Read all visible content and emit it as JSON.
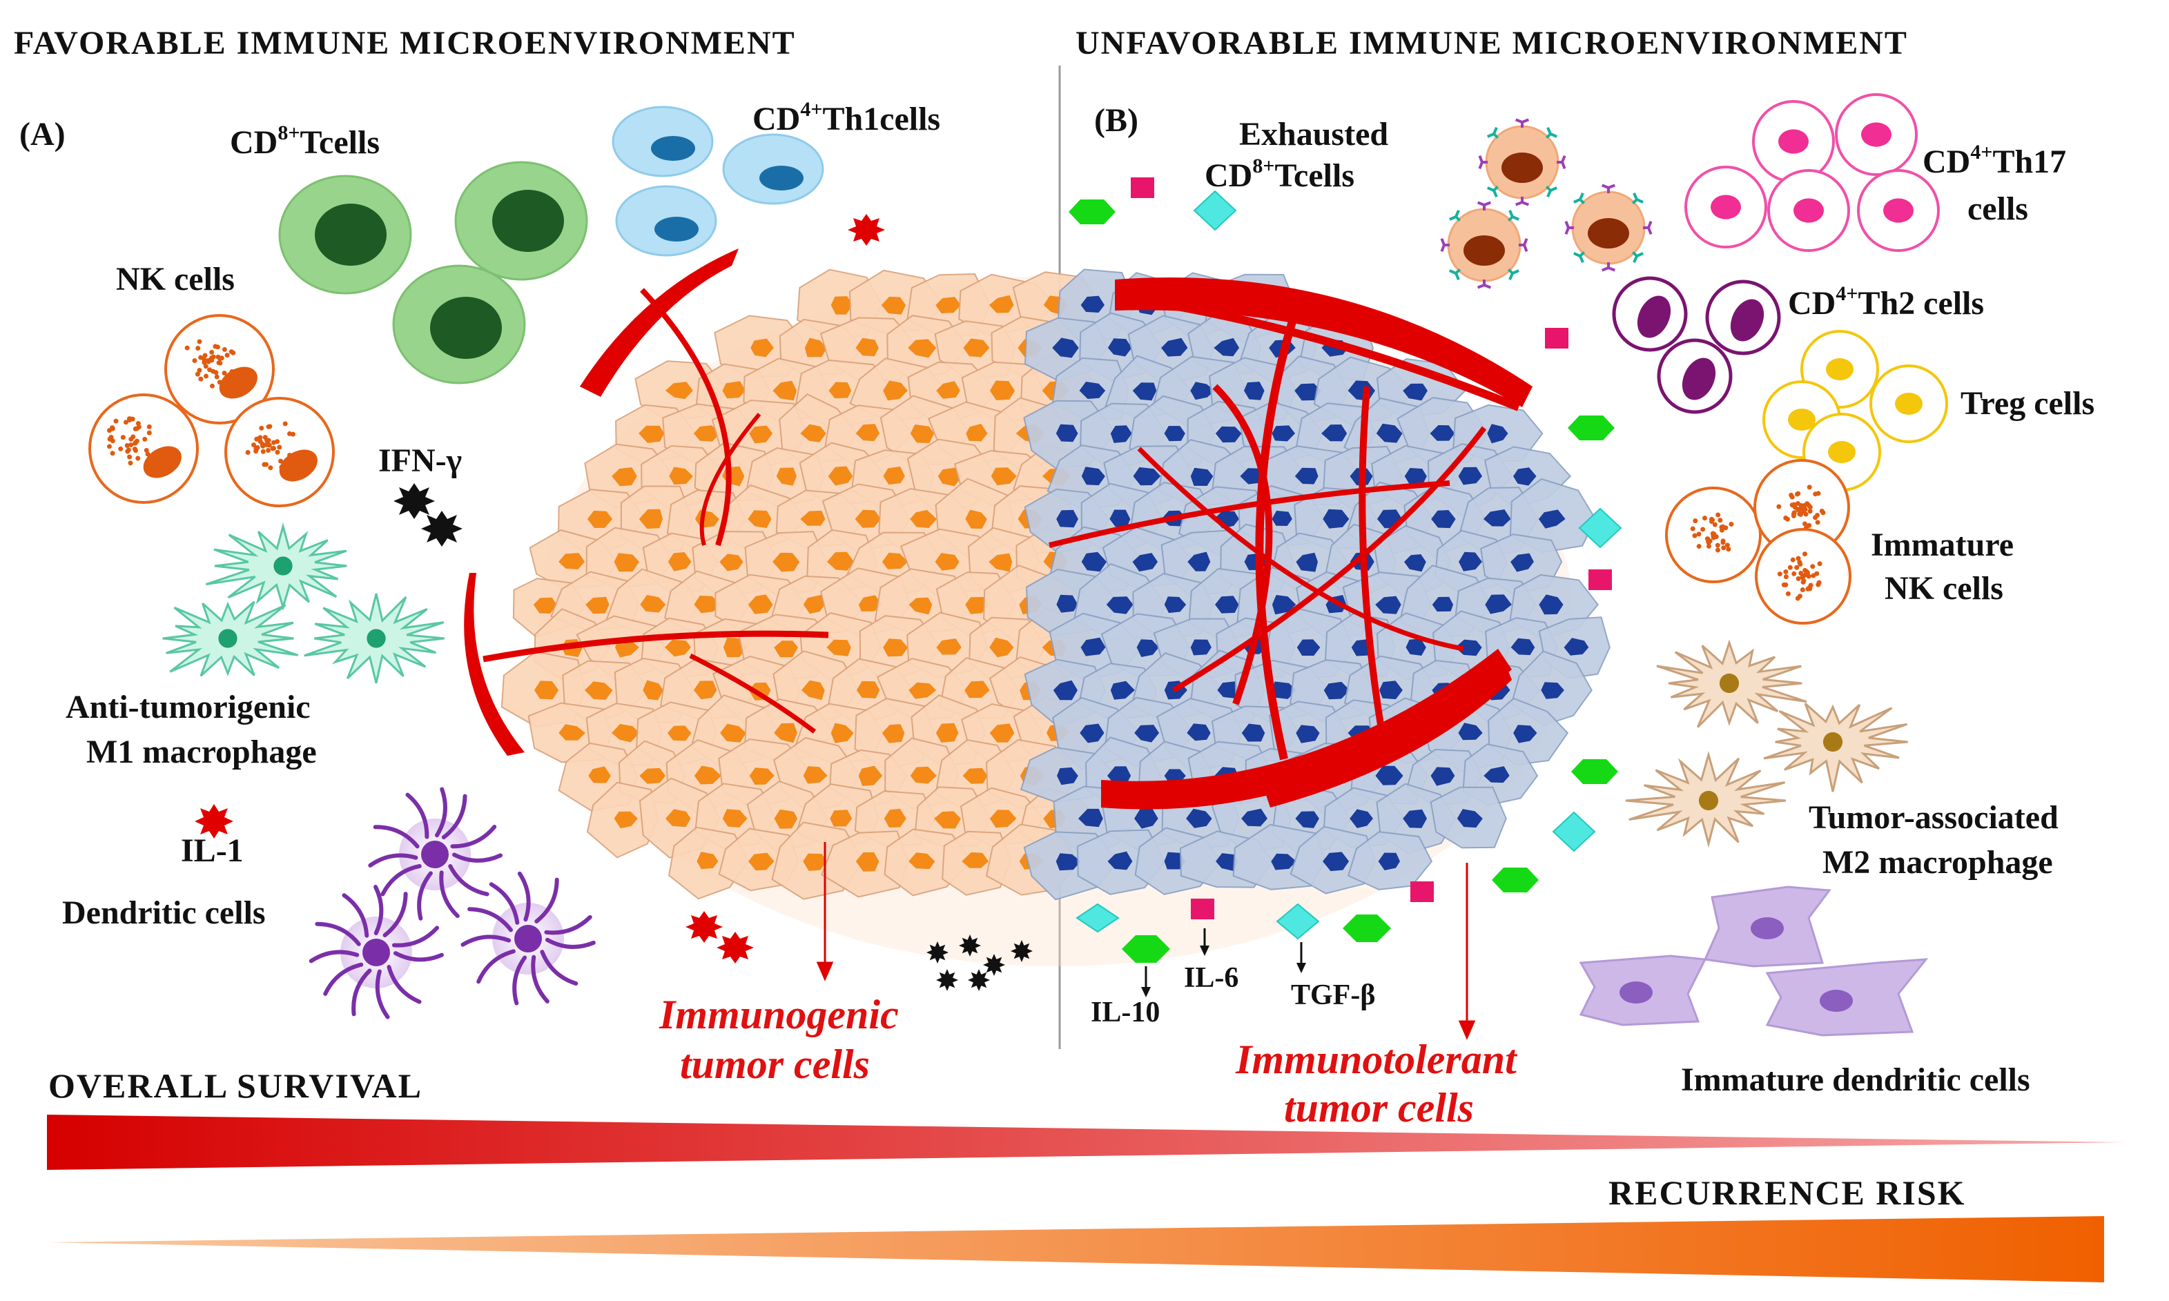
{
  "headers": {
    "favorable": "FAVORABLE IMMUNE MICROENVIRONMENT",
    "unfavorable": "UNFAVORABLE IMMUNE MICROENVIRONMENT"
  },
  "panel_labels": {
    "a": "(A)",
    "b": "(B)"
  },
  "favorable_cells": {
    "cd8_prefix": "CD",
    "cd8_sup": "8+",
    "cd8_suffix": "Tcells",
    "cd4th1_prefix": "CD",
    "cd4th1_sup": "4+",
    "cd4th1_suffix": "Th1cells",
    "nk": "NK cells",
    "ifn": "IFN-γ",
    "m1_line1": "Anti-tumorigenic",
    "m1_line2": "M1 macrophage",
    "il1": "IL-1",
    "dendritic": "Dendritic cells"
  },
  "unfavorable_cells": {
    "exhausted_line1": "Exhausted",
    "exhausted_prefix": "CD",
    "exhausted_sup": "8+",
    "exhausted_suffix": "Tcells",
    "th17_prefix": "CD",
    "th17_sup": "4+",
    "th17_suffix": "Th17",
    "th17_line2": "cells",
    "th2_prefix": "CD",
    "th2_sup": "4+",
    "th2_suffix": "Th2 cells",
    "treg": "Treg cells",
    "immature_nk_line1": "Immature",
    "immature_nk_line2": "NK cells",
    "tam_line1": "Tumor-associated",
    "tam_line2": "M2 macrophage",
    "immature_dc": "Immature dendritic cells"
  },
  "cytokines": {
    "il10": "IL-10",
    "il6": "IL-6",
    "tgfb": "TGF-β"
  },
  "tumor_labels": {
    "immunogenic_line1": "Immunogenic",
    "immunogenic_line2": "tumor cells",
    "immunotolerant_line1": "Immunotolerant",
    "immunotolerant_line2": "tumor cells"
  },
  "bars": {
    "survival": "OVERALL SURVIVAL",
    "recurrence": "RECURRENCE RISK"
  },
  "colors": {
    "survival_bar": "#e00000",
    "recurrence_bar": "#f06000",
    "immunogenic_tumor": "#fbd3b4",
    "immunotolerant_tumor": "#b6c5dc",
    "vessel": "#e00000"
  }
}
